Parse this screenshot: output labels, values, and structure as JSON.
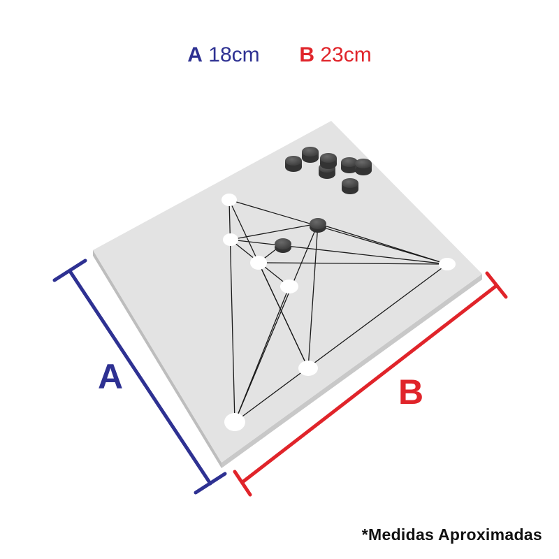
{
  "dimensions": {
    "a": {
      "letter": "A",
      "measure": "18cm"
    },
    "b": {
      "letter": "B",
      "measure": "23cm"
    }
  },
  "colors": {
    "a": "#2e3192",
    "b": "#e0242a",
    "board": "#e3e3e3",
    "piece": "#4a4a4a"
  },
  "footnote": "*Medidas Aproximadas",
  "pieces_count": 9
}
